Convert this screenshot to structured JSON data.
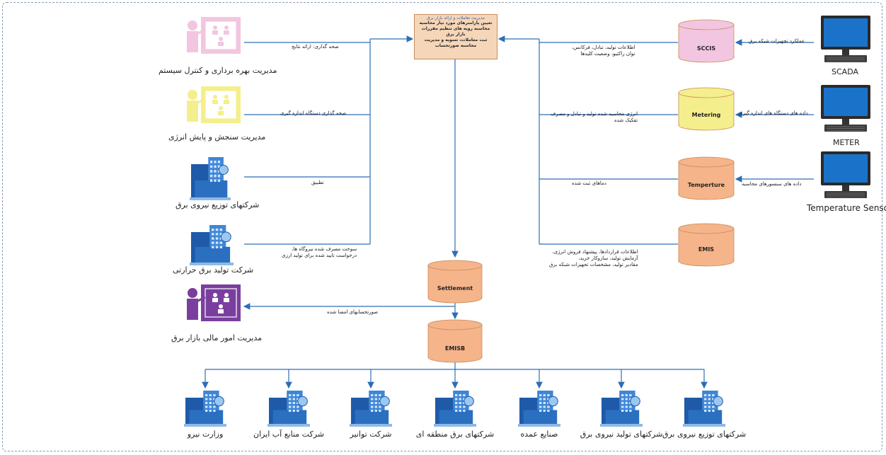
{
  "center_box": {
    "header": "مدیریت تعاملات و ارائه بازار برق",
    "lines": [
      "تعیین پارامترهای مورد نیاز محاسبه",
      "محاسبه رویه های تنظیم مقررات",
      "بازار برق",
      "ثبت معاملات، تسویه و مدیریت",
      "محاسبه صورتحساب"
    ]
  },
  "databases": {
    "sccis": "SCCIS",
    "metering": "Metering",
    "temperature": "Temperture",
    "emis": "EMIS",
    "settlement": "Settlement",
    "emisb": "EMISB"
  },
  "sources": {
    "scada": "SCADA",
    "meter": "METER",
    "temperature_sensor": "Temperature Sensor"
  },
  "source_edges": {
    "scada": "عملکرد تجهیزات شبکه برق",
    "meter": "داده های دستگاه های اندازه گیری",
    "temperature": "داده های سنسورهای محاسبه"
  },
  "db_edges": {
    "sccis": [
      "اطلاعات تولید، تبادل، فرکانس،",
      "توان راکتیو، وضعیت کلیدها"
    ],
    "metering": [
      "انرژی محاسبه شده تولید و تبادل و مصرف",
      "تفکیک شده"
    ],
    "temperature": "دماهای ثبت شده",
    "emis": [
      "اطلاعات قراردادها، پیشنهاد فروش انرژی،",
      "آزمایش تولید، سازوکار خرید،",
      "مقادیر تولید، مشخصات تجهیزات شبکه برق"
    ]
  },
  "left_entities": {
    "ops": "مدیریت بهره برداری و کنترل سیستم",
    "metering_mgmt": "مدیریت سنجش و پایش انرژی",
    "distribution": "شرکتهای توزیع نیروی برق",
    "thermal": "شرکت تولید برق حرارتی",
    "finance": "مدیریت امور مالی بازار برق"
  },
  "left_edges": {
    "ops": "صحه گذاری: ارائه نتایج",
    "metering_mgmt": "صحه گذاری دستگاه اندازه گیری",
    "distribution": "تطبیق",
    "thermal": [
      "سوخت مصرف شده نیروگاه ها،",
      "درخواست تایید شده برای تولید ارزی"
    ],
    "finance": "صورتحسابهای امضا شده"
  },
  "bottom_entities": [
    {
      "label": "وزارت نیرو"
    },
    {
      "label": "شرکت منابع آب ایران"
    },
    {
      "label": "شرکت توانیر"
    },
    {
      "label": "شرکتهای برق منطقه ای"
    },
    {
      "label": "صنایع عمده"
    },
    {
      "label": "شرکتهای تولید نیروی برق"
    },
    {
      "label": "شرکتهای توزیع نیروی برق"
    }
  ],
  "colors": {
    "arrow": "#2e6db4",
    "pink": "#f2c6e0",
    "yellow": "#f4ef8c",
    "purple": "#7a3f9e",
    "orange_db": "#f5b48a",
    "yellow_db": "#f4ef8c",
    "pink_db": "#f2c6e0",
    "monitor": "#1b73c9"
  }
}
